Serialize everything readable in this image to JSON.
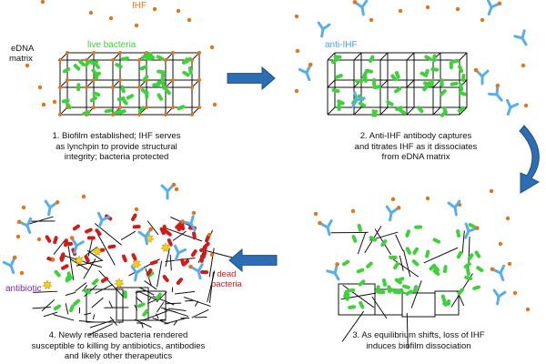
{
  "labels": {
    "ihf": "IHF",
    "edna_line1": "eDNA",
    "edna_line2": "matrix",
    "live_bacteria": "live bacteria",
    "anti_ihf": "anti-IHF",
    "antibiotic": "antibiotic",
    "dead_line1": "dead",
    "dead_line2": "bacteria"
  },
  "captions": {
    "step1": [
      "1. Biofilm established; IHF serves",
      "as lynchpin to provide structural",
      "integrity; bacteria protected"
    ],
    "step2": [
      "2. Anti-IHF antibody captures",
      "and titrates IHF as it dissociates",
      "from eDNA matrix"
    ],
    "step3": [
      "3. As equilibrium shifts, loss of IHF",
      "induces biofilm dissociation"
    ],
    "step4": [
      "4. Newly released bacteria rendered",
      "susceptible to killing by antibiotics, antibodies",
      "and likely other therapeutics"
    ]
  },
  "colors": {
    "ihf_dot": "#e0751f",
    "ihf_label": "#e0751f",
    "live_bacteria": "#3fd13a",
    "dead_bacteria": "#d11b1b",
    "antibody": "#5aaee8",
    "antibiotic": "#f4d21a",
    "arrow": "#2c6db3",
    "grid_line": "#111111",
    "anti_ihf_label": "#4aa3e0",
    "antibiotic_label": "#7a2aa0",
    "dead_label": "#d11b1b"
  }
}
